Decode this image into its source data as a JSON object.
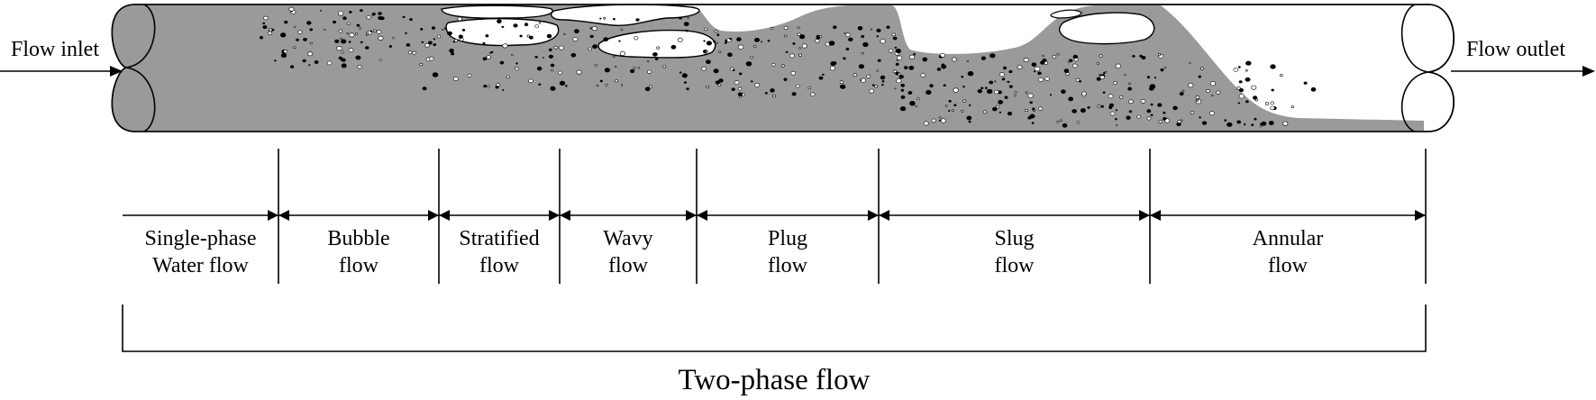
{
  "flow_inlet": "Flow inlet",
  "flow_outlet": "Flow outlet",
  "regimes": [
    {
      "line1": "Single-phase",
      "line2": "Water flow"
    },
    {
      "line1": "Bubble",
      "line2": "flow"
    },
    {
      "line1": "Stratified",
      "line2": "flow"
    },
    {
      "line1": "Wavy",
      "line2": "flow"
    },
    {
      "line1": "Plug",
      "line2": "flow"
    },
    {
      "line1": "Slug",
      "line2": "flow"
    },
    {
      "line1": "Annular",
      "line2": "flow"
    }
  ],
  "bracket_label": "Two-phase flow",
  "colors": {
    "liquid": "#9a9a9a",
    "line": "#000000",
    "gas": "#ffffff"
  }
}
